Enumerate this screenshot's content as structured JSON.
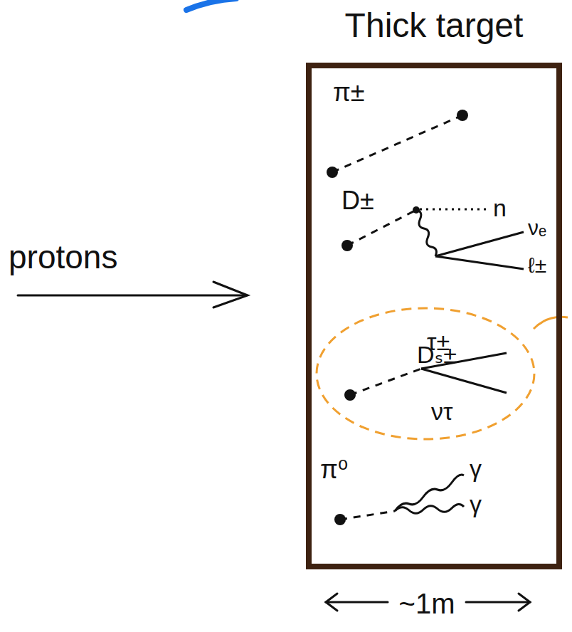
{
  "diagram": {
    "nodes": [
      {
        "text": [
          "Thick target"
        ]
      },
      {
        "text": [
          "Dₛ±",
          "τ±",
          "ντ"
        ],
        "in": 0
      }
    ],
    "labels": [
      "protons",
      "π±",
      "D±",
      "n",
      "νₑ",
      "ℓ±",
      "π⁰",
      "γ",
      "γ",
      "~1m"
    ]
  }
}
